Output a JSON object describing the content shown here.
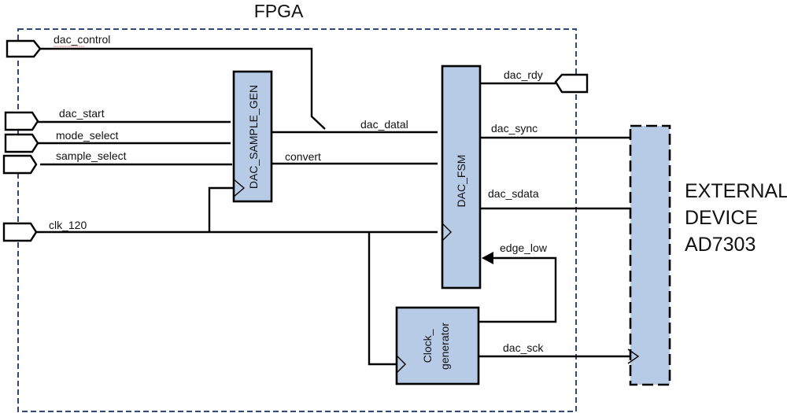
{
  "diagram": {
    "fpga_label": "FPGA",
    "external_device": {
      "line1": "EXTERNAL",
      "line2": "DEVICE",
      "line3": "AD7303"
    },
    "blocks": {
      "sample_gen": "DAC_SAMPLE_GEN",
      "fsm": "DAC_FSM",
      "clock_gen_line1": "Clock_",
      "clock_gen_line2": "generator"
    },
    "signals": {
      "dac_control": "dac_control",
      "dac_start": "dac_start",
      "mode_select": "mode_select",
      "sample_select": "sample_select",
      "clk_120": "clk_120",
      "dac_datal": "dac_datal",
      "convert": "convert",
      "dac_rdy": "dac_rdy",
      "dac_sync": "dac_sync",
      "dac_sdata": "dac_sdata",
      "edge_low": "edge_low",
      "dac_sck": "dac_sck"
    },
    "colors": {
      "block_fill": "#b7cbe6",
      "fpga_border": "#2f4a7a",
      "wire": "#000000"
    }
  }
}
